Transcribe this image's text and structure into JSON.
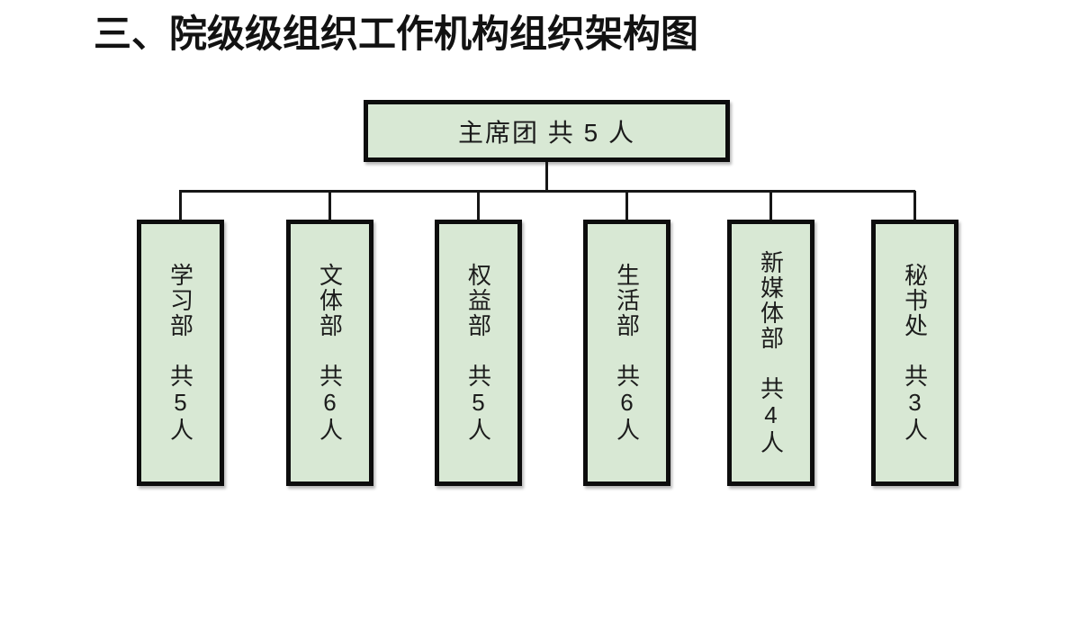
{
  "title": "三、院级级组织工作机构组织架构图",
  "chart": {
    "type": "org-chart",
    "root": {
      "name": "主席团",
      "count": "共 5 人",
      "text": "主席团 共 5 人"
    },
    "departments": [
      {
        "name": "学习部",
        "count": "共5人",
        "text": "学习部　共5人"
      },
      {
        "name": "文体部",
        "count": "共6人",
        "text": "文体部　共6人"
      },
      {
        "name": "权益部",
        "count": "共5人",
        "text": "权益部　共5人"
      },
      {
        "name": "生活部",
        "count": "共6人",
        "text": "生活部　共6人"
      },
      {
        "name": "新媒体部",
        "count": "共4人",
        "text": "新媒体部　共4人"
      },
      {
        "name": "秘书处",
        "count": "共3人",
        "text": "秘书处　共3人"
      }
    ],
    "colors": {
      "box_fill": "#d8e8d4",
      "box_border": "#0d0d0d",
      "connector_line": "#161616",
      "text": "#1a1a1a",
      "background": "#ffffff"
    }
  }
}
